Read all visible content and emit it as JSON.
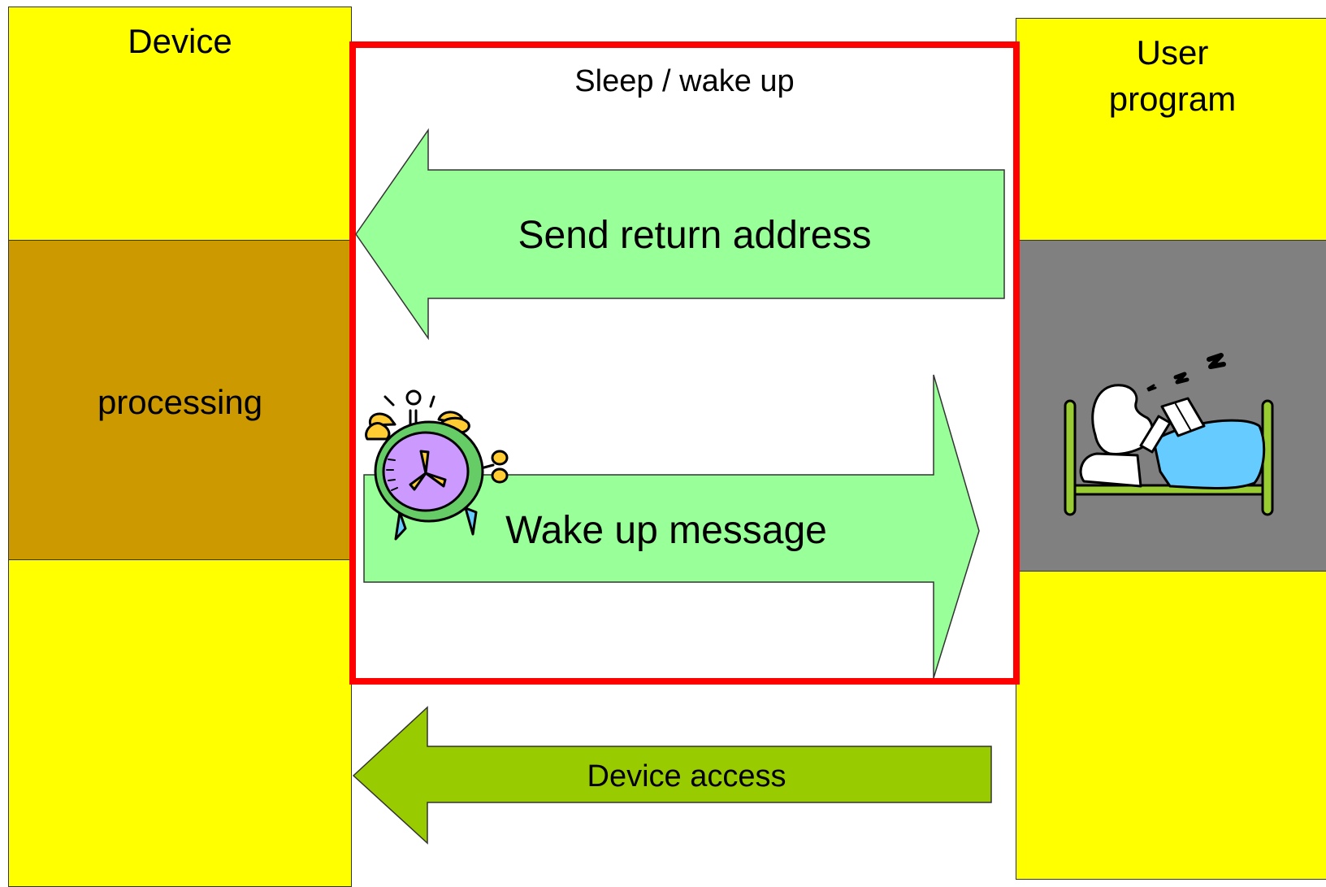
{
  "device": {
    "title": "Device",
    "processing": "processing"
  },
  "user": {
    "title_line1": "User",
    "title_line2": "program"
  },
  "frame": {
    "title": "Sleep / wake up"
  },
  "arrows": {
    "send_return": "Send return address",
    "wake_up": "Wake up message",
    "device_access": "Device access"
  },
  "colors": {
    "column": "#ffff00",
    "processing": "#cc9900",
    "sleep": "#808080",
    "frame": "#ff0000",
    "light_arrow": "#99ff99",
    "device_access_arrow": "#99cc00"
  },
  "icons": {
    "clock": "alarm-clock-icon",
    "sleeper": "sleeping-person-icon"
  }
}
